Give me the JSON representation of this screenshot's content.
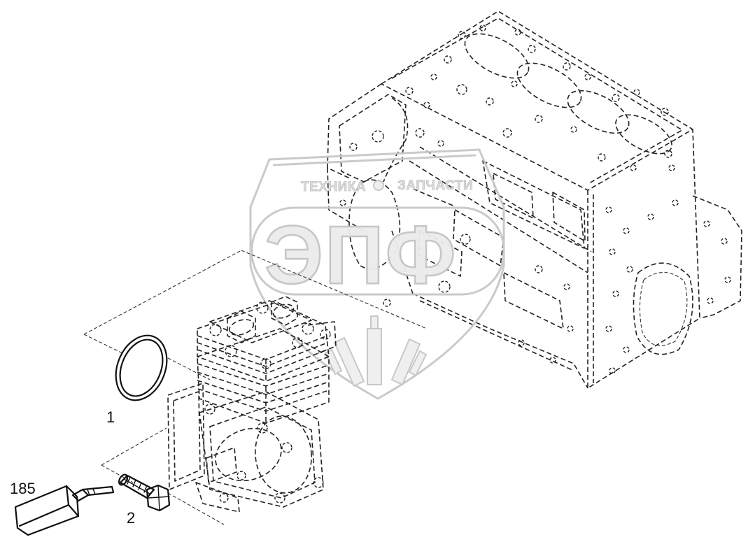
{
  "watermark": {
    "left_text": "ТЕХНИКА",
    "right_text": "ЗАПЧАСТИ",
    "logo_text": "ЭПФ"
  },
  "callouts": [
    {
      "id": "ring",
      "text": "1"
    },
    {
      "id": "bolt",
      "text": "2"
    },
    {
      "id": "sealant",
      "text": "185"
    }
  ]
}
